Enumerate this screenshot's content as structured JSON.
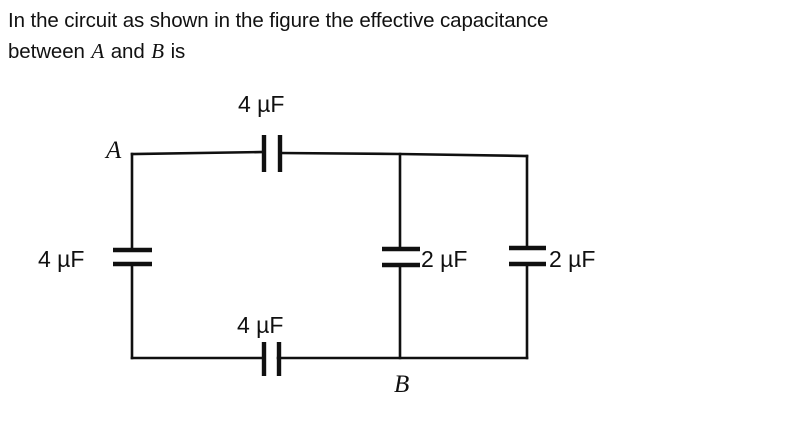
{
  "question": {
    "line1_a": "In the circuit as shown in the figure the effective capacitance",
    "line2_a": "between ",
    "node_a": "A",
    "line2_b": " and ",
    "node_b": "B",
    "line2_c": " is"
  },
  "figure": {
    "name": "capacitor-network-circuit",
    "nodes": {
      "a_label": "A",
      "b_label": "B"
    },
    "components": [
      {
        "id": "cap-top",
        "label": "4 µF",
        "value": 4,
        "unit": "µF",
        "orientation": "horizontal-branch",
        "position": "top-wire"
      },
      {
        "id": "cap-left",
        "label": "4 µF",
        "value": 4,
        "unit": "µF",
        "orientation": "vertical-branch",
        "position": "left-wire"
      },
      {
        "id": "cap-bottom",
        "label": "4 µF",
        "value": 4,
        "unit": "µF",
        "orientation": "horizontal-branch",
        "position": "bottom-wire"
      },
      {
        "id": "cap-middle",
        "label": "2 µF",
        "value": 2,
        "unit": "µF",
        "orientation": "vertical-branch",
        "position": "middle-branch"
      },
      {
        "id": "cap-right",
        "label": "2 µF",
        "value": 2,
        "unit": "µF",
        "orientation": "vertical-branch",
        "position": "right-wire"
      }
    ],
    "colors": {
      "ink": "#101010",
      "background": "#ffffff"
    }
  }
}
